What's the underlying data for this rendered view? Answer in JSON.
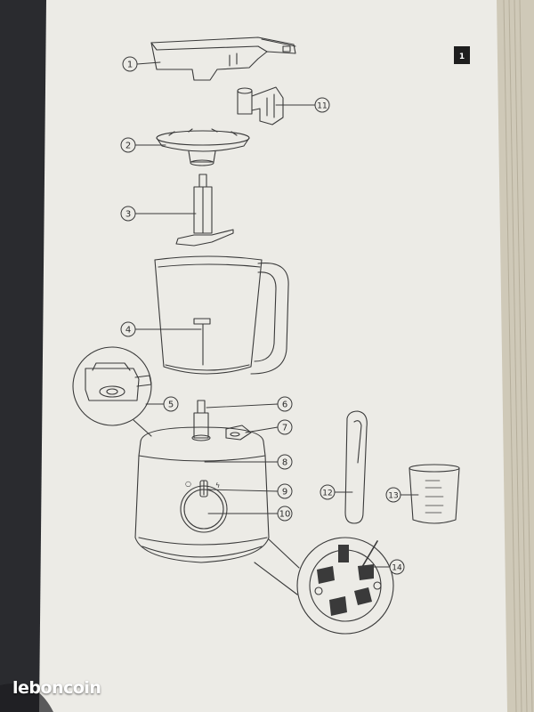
{
  "page": {
    "number": "1"
  },
  "parts": [
    {
      "id": "lid",
      "number": "1"
    },
    {
      "id": "blade-cover",
      "number": "2"
    },
    {
      "id": "blade-shaft",
      "number": "3"
    },
    {
      "id": "bowl",
      "number": "4"
    },
    {
      "id": "safety-lock",
      "number": "5"
    },
    {
      "id": "drive-shaft",
      "number": "6"
    },
    {
      "id": "lock-slot",
      "number": "7"
    },
    {
      "id": "motor-base",
      "number": "8"
    },
    {
      "id": "speed-indicator",
      "number": "9"
    },
    {
      "id": "control-knob",
      "number": "10"
    },
    {
      "id": "pusher-clip",
      "number": "11"
    },
    {
      "id": "spatula",
      "number": "12"
    },
    {
      "id": "measuring-cup",
      "number": "13"
    },
    {
      "id": "base-feet",
      "number": "14"
    }
  ],
  "knob_symbols": {
    "off": "○",
    "pulse": "ϟ"
  },
  "watermark": {
    "text": "leboncoin"
  },
  "colors": {
    "paper": "#ecebe6",
    "ink": "#3a3a3a",
    "background": "#2a2b2f",
    "page_edges": "#c9c4b4"
  }
}
